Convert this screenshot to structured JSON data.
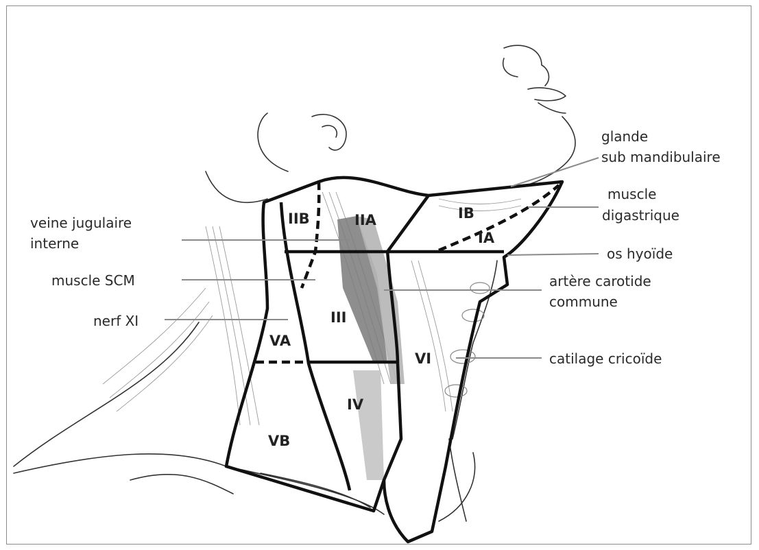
{
  "labels": {
    "glande": "glande",
    "sub_mandibulaire": "sub mandibulaire",
    "muscle": "muscle",
    "digastrique": "digastrique",
    "veine_jugulaire": "veine jugulaire",
    "interne": "interne",
    "os_hyoide": "os hyoïde",
    "muscle_scm": "muscle SCM",
    "artere_carotide": "artère carotide",
    "commune": "commune",
    "nerf_xi": "nerf XI",
    "catilage_cricoide": "catilage cricoïde"
  },
  "levels": {
    "IIB": "IIB",
    "IIA": "IIA",
    "IB": "IB",
    "IA": "IA",
    "III": "III",
    "VA": "VA",
    "VI": "VI",
    "IV": "IV",
    "VB": "VB"
  },
  "colors": {
    "zone_border": "#111111",
    "leader_line": "#8a8a8a",
    "jugular_vein": "#7a7a7a",
    "carotid": "#b5b5b5"
  }
}
